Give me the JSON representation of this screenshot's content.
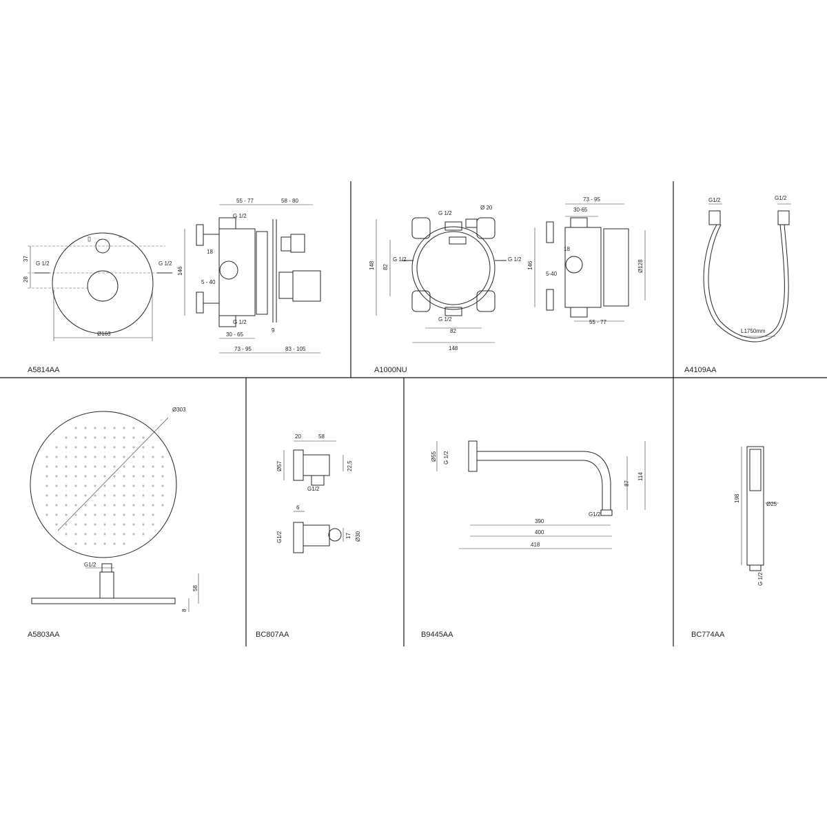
{
  "sheet": {
    "panels": [
      {
        "part_number": "A5814AA",
        "dimensions": [
          "55 - 77",
          "58 - 80",
          "G 1/2",
          "G 1/2",
          "G 1/2",
          "G 1/2",
          "37",
          "28",
          "146",
          "18",
          "5 - 40",
          "30 - 65",
          "9",
          "Ø163",
          "73 - 95",
          "83 - 105"
        ]
      },
      {
        "part_number": "A1000NU",
        "dimensions": [
          "G 1/2",
          "Ø 20",
          "G 1/2",
          "G 1/2",
          "G 1/2",
          "148",
          "82",
          "82",
          "148",
          "73 - 95",
          "30-65",
          "146",
          "18",
          "5-40",
          "55 - 77",
          "Ø128"
        ]
      },
      {
        "part_number": "A4109AA",
        "dimensions": [
          "G1/2",
          "G1/2",
          "L1750mm"
        ]
      },
      {
        "part_number": "A5803AA",
        "dimensions": [
          "Ø303",
          "G1/2",
          "58",
          "8"
        ]
      },
      {
        "part_number": "BC807AA",
        "dimensions": [
          "20",
          "58",
          "Ø57",
          "22,5",
          "G1/2",
          "6",
          "G1/2",
          "17",
          "Ø30"
        ]
      },
      {
        "part_number": "B9445AA",
        "dimensions": [
          "Ø55",
          "G 1/2",
          "87",
          "114",
          "G1/2",
          "390",
          "400",
          "418"
        ]
      },
      {
        "part_number": "BC774AA",
        "dimensions": [
          "198",
          "Ø25",
          "G 1/2"
        ]
      }
    ]
  }
}
